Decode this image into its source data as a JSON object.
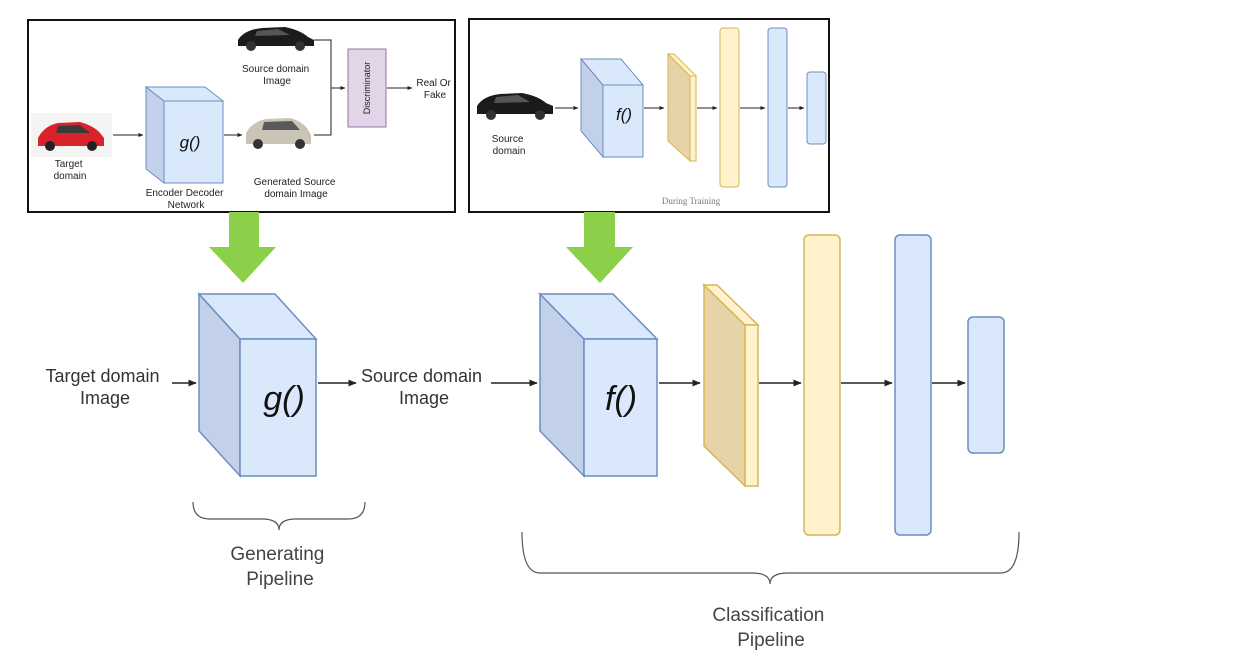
{
  "top_left_panel": {
    "source_domain_image": [
      "Source domain",
      "Image"
    ],
    "discriminator": "Discriminator",
    "real_or_fake": [
      "Real Or",
      "Fake"
    ],
    "target_domain": [
      "Target",
      "domain"
    ],
    "generator_fn": "g()",
    "encoder_decoder": [
      "Encoder Decoder",
      "Network"
    ],
    "generated_source": [
      "Generated Source",
      "domain Image"
    ]
  },
  "top_right_panel": {
    "source_domain": [
      "Source",
      "domain"
    ],
    "classifier_fn": "f()",
    "caption": "During Training"
  },
  "generating": {
    "input_label": [
      "Target domain",
      "Image"
    ],
    "fn": "g()",
    "output_label": [
      "Source domain",
      "Image"
    ],
    "brace_label": [
      "Generating",
      "Pipeline"
    ]
  },
  "classification": {
    "fn": "f()",
    "brace_label": [
      "Classification",
      "Pipeline"
    ]
  },
  "colors": {
    "cube_front": "#dae8fc",
    "cube_side": "#c2d0ea",
    "cube_stroke": "#6c8ebf",
    "tan_front": "#fff2cc",
    "tan_side": "#e6d3a8",
    "tan_stroke": "#d6b656",
    "blue_bar": "#dae8fc",
    "discriminator": "#e1d5e7",
    "arrow_green": "#8cd04a"
  },
  "icons": [
    "red-car-image",
    "black-car-image",
    "silver-car-image"
  ]
}
